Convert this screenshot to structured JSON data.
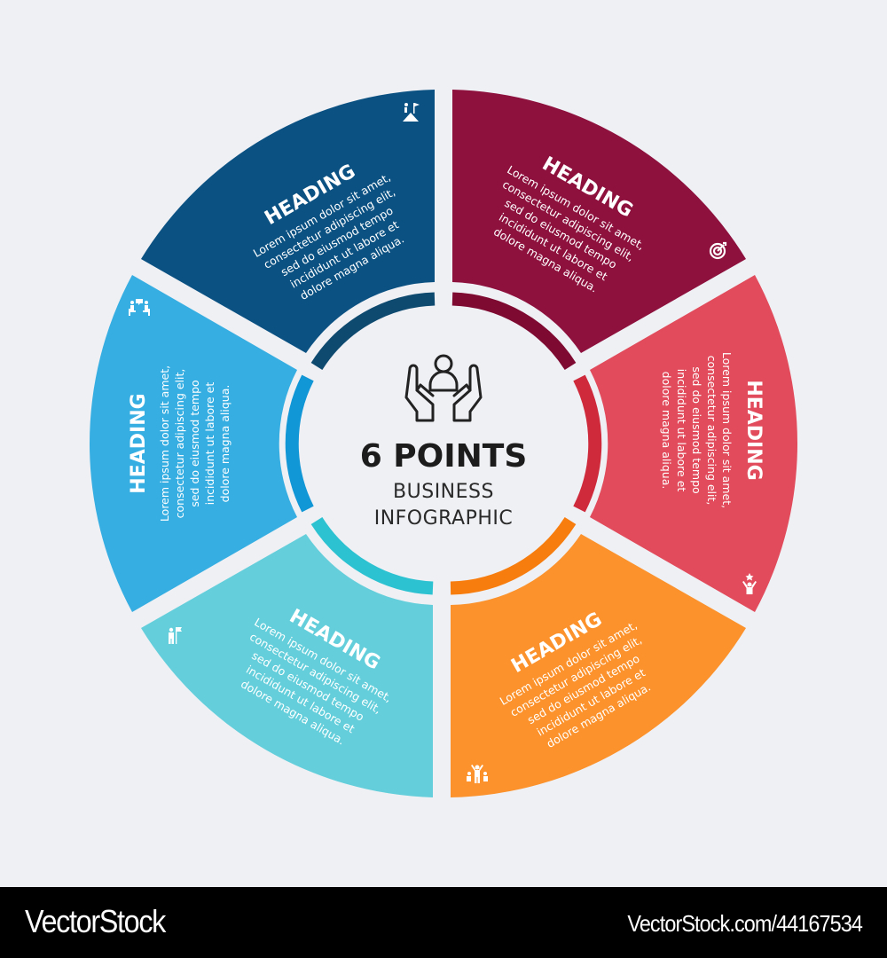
{
  "center": {
    "title": "6 POINTS",
    "subtitle_line1": "BUSINESS",
    "subtitle_line2": "INFOGRAPHIC",
    "icon": "hands-holding-person-icon"
  },
  "segments": [
    {
      "heading": "HEADING",
      "lines": [
        "Lorem ipsum dolor sit amet,",
        "consectetur adipiscing elit,",
        "sed do eiusmod tempo",
        "incididunt ut labore et",
        "dolore magna aliqua."
      ],
      "color": "#0b5283",
      "arc_color": "#0e4a70",
      "icon": "climber-flag-mountain-icon"
    },
    {
      "heading": "HEADING",
      "lines": [
        "Lorem ipsum dolor sit amet,",
        "consectetur adipiscing elit,",
        "sed do eiusmod tempo",
        "incididunt ut labore et",
        "dolore magna aliqua."
      ],
      "color": "#8d103d",
      "arc_color": "#7e0a31",
      "icon": "target-dart-icon"
    },
    {
      "heading": "HEADING",
      "lines": [
        "Lorem ipsum dolor sit amet,",
        "consectetur adipiscing elit,",
        "sed do eiusmod tempo",
        "incididunt ut labore et",
        "dolore magna aliqua."
      ],
      "color": "#e14b5b",
      "arc_color": "#cf2a3c",
      "icon": "winner-star-icon"
    },
    {
      "heading": "HEADING",
      "lines": [
        "Lorem ipsum dolor sit amet,",
        "consectetur adipiscing elit,",
        "sed do eiusmod tempo",
        "incididunt ut labore et",
        "dolore magna aliqua."
      ],
      "color": "#fb922b",
      "arc_color": "#f77d0e",
      "icon": "team-leader-icon"
    },
    {
      "heading": "HEADING",
      "lines": [
        "Lorem ipsum dolor sit amet,",
        "consectetur adipiscing elit,",
        "sed do eiusmod tempo",
        "incididunt ut labore et",
        "dolore magna aliqua."
      ],
      "color": "#64cfdb",
      "arc_color": "#2dc2d1",
      "icon": "person-with-flag-icon"
    },
    {
      "heading": "HEADING",
      "lines": [
        "Lorem ipsum dolor sit amet,",
        "consectetur adipiscing elit,",
        "sed do eiusmod tempo",
        "incididunt ut labore et",
        "dolore magna aliqua."
      ],
      "color": "#36aee2",
      "arc_color": "#1196d6",
      "icon": "meeting-discussion-icon"
    }
  ],
  "footer": {
    "brand": "VectorStock",
    "reference": "VectorStock.com/44167534"
  }
}
